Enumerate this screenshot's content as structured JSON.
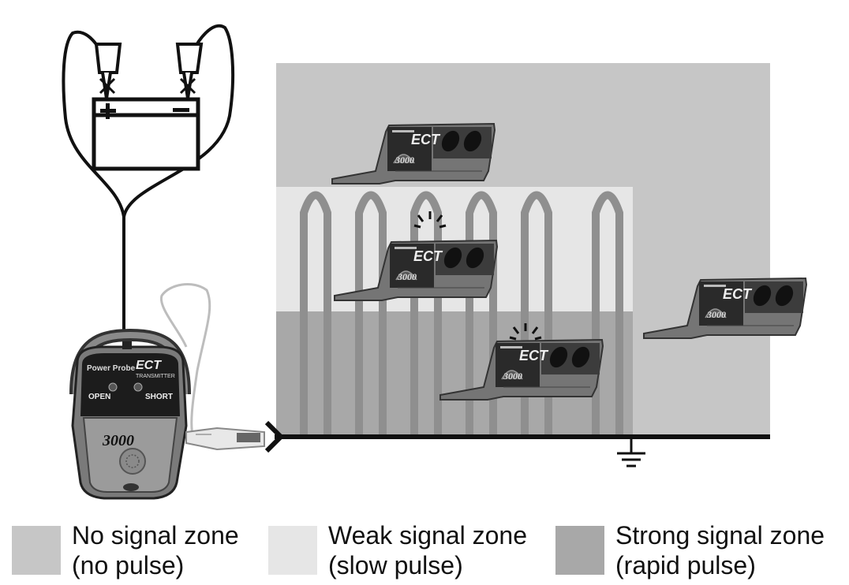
{
  "colors": {
    "no_signal": "#c6c6c6",
    "weak_signal": "#e6e6e6",
    "strong_signal": "#a8a8a8",
    "ink": "#111111"
  },
  "transmitter": {
    "brand": "Power Probe",
    "model": "ECT",
    "subtitle": "TRANSMITTER",
    "open_label": "OPEN",
    "short_label": "SHORT",
    "number": "3000"
  },
  "receiver": {
    "model": "ECT",
    "number": "3000"
  },
  "legend": [
    {
      "line1": "No signal zone",
      "line2": "(no pulse)"
    },
    {
      "line1": "Weak signal zone",
      "line2": "(slow pulse)"
    },
    {
      "line1": "Strong signal zone",
      "line2": "(rapid pulse)"
    }
  ]
}
